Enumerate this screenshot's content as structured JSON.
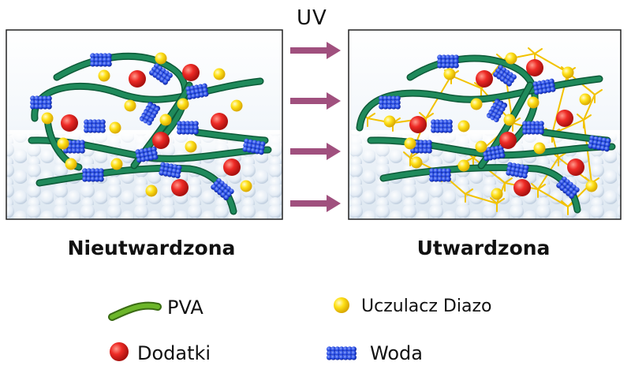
{
  "uv_label": "UV",
  "panels": {
    "left_caption": "Nieutwardzona",
    "right_caption": "Utwardzona"
  },
  "legend": {
    "pva": "PVA",
    "sensitizer": "Uczulacz Diazo",
    "additives": "Dodatki",
    "water": "Woda"
  },
  "colors": {
    "pva_chain": "#1f8a5b",
    "additive": "#e0252b",
    "sensitizer": "#f5d000",
    "water": "#1f3fd6",
    "arrow": "#a0507e",
    "crosslink": "#f2c200"
  }
}
